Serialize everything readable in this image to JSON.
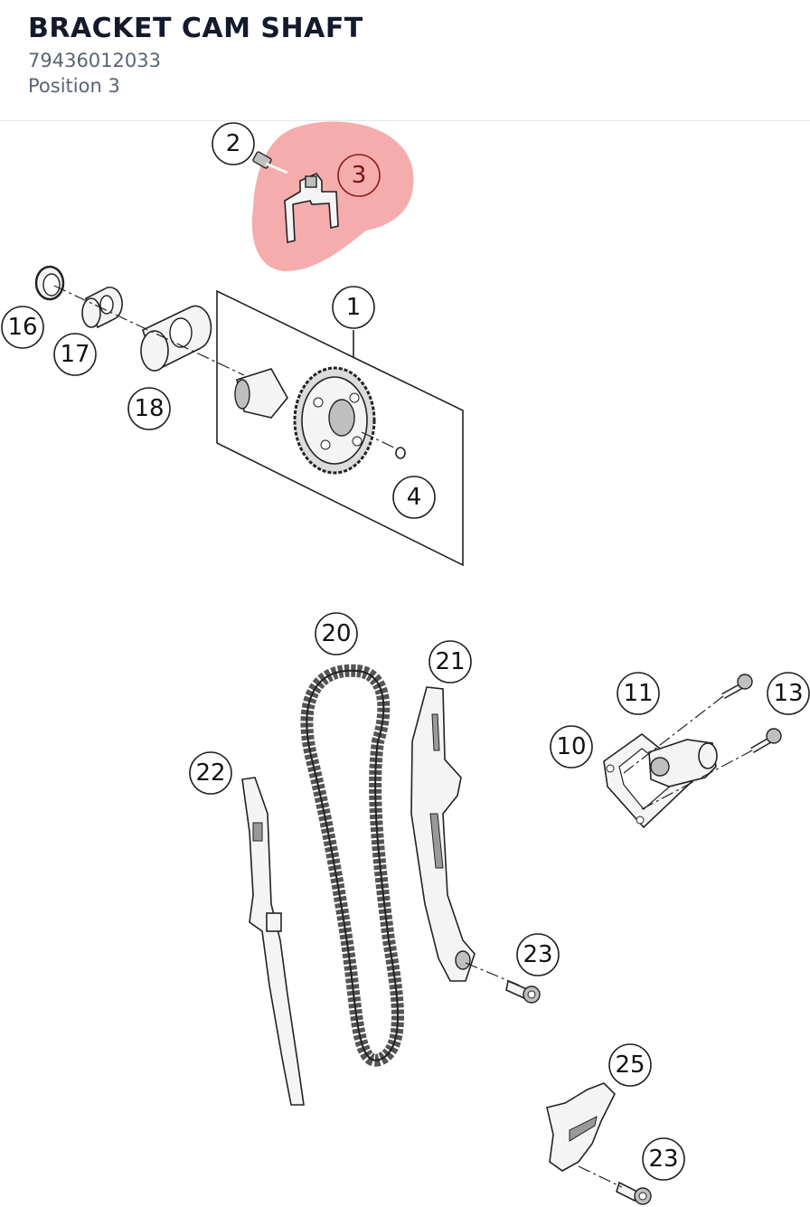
{
  "header": {
    "title": "BRACKET CAM SHAFT",
    "part_number": "79436012033",
    "position": "Position 3"
  },
  "highlight": {
    "position": "3",
    "color": "#f08080"
  },
  "callouts": {
    "c1": "1",
    "c2": "2",
    "c3": "3",
    "c4": "4",
    "c10": "10",
    "c11": "11",
    "c13": "13",
    "c16": "16",
    "c17": "17",
    "c18": "18",
    "c20": "20",
    "c21": "21",
    "c22": "22",
    "c23a": "23",
    "c23b": "23",
    "c25": "25"
  }
}
